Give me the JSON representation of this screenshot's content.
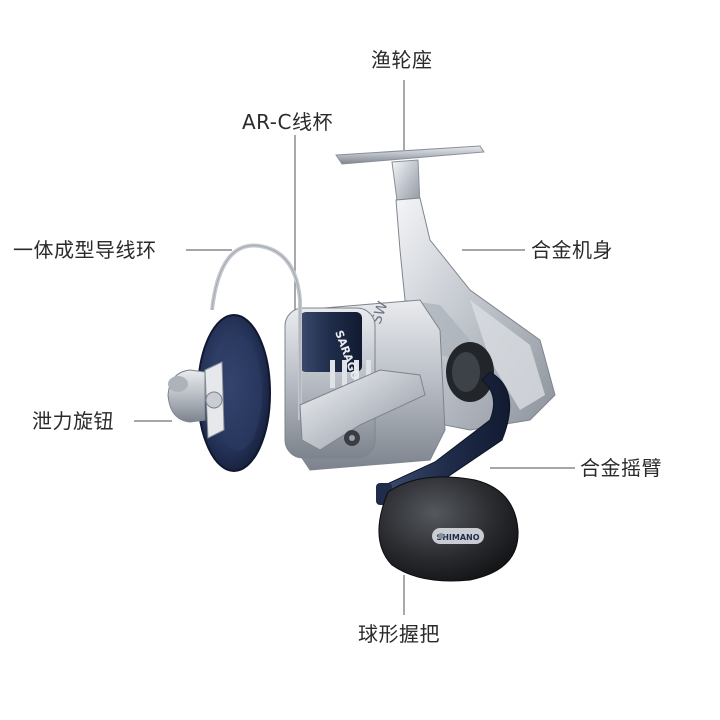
{
  "labels": {
    "reel_seat": "渔轮座",
    "spool": "AR-C线杯",
    "line_roller": "一体成型导线环",
    "body": "合金机身",
    "drag_knob": "泄力旋钮",
    "handle_arm": "合金摇臂",
    "handle_knob": "球形握把"
  },
  "brand_mark": "SHIMANO",
  "spool_text": "SARAGOSA",
  "rotor_text": "SW",
  "colors": {
    "background": "#ffffff",
    "label_text": "#2a2a2a",
    "leader_line": "#707070",
    "silver": "#c8ccd2",
    "navy": "#1f2c4a",
    "knob": "#2a2c30"
  }
}
